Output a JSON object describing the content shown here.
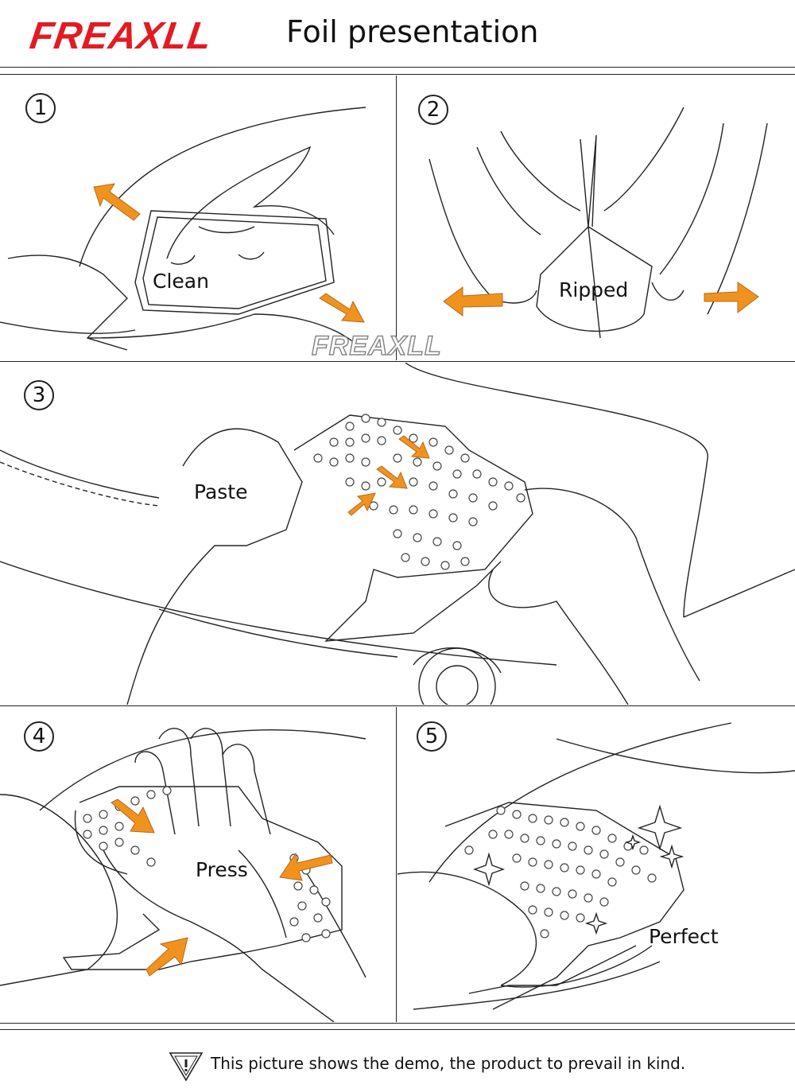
{
  "header": {
    "brand": "FREAXLL",
    "title": "Foil presentation"
  },
  "watermark": "FREAXLL",
  "steps": [
    {
      "number": "1",
      "caption": "Clean"
    },
    {
      "number": "2",
      "caption": "Ripped"
    },
    {
      "number": "3",
      "caption": "Paste"
    },
    {
      "number": "4",
      "caption": "Press"
    },
    {
      "number": "5",
      "caption": "Perfect"
    }
  ],
  "footer": {
    "note": "This picture shows the demo, the product to prevail in kind."
  },
  "colors": {
    "brand": "#e21b23",
    "arrow": "#f0931e",
    "line": "#222222"
  }
}
